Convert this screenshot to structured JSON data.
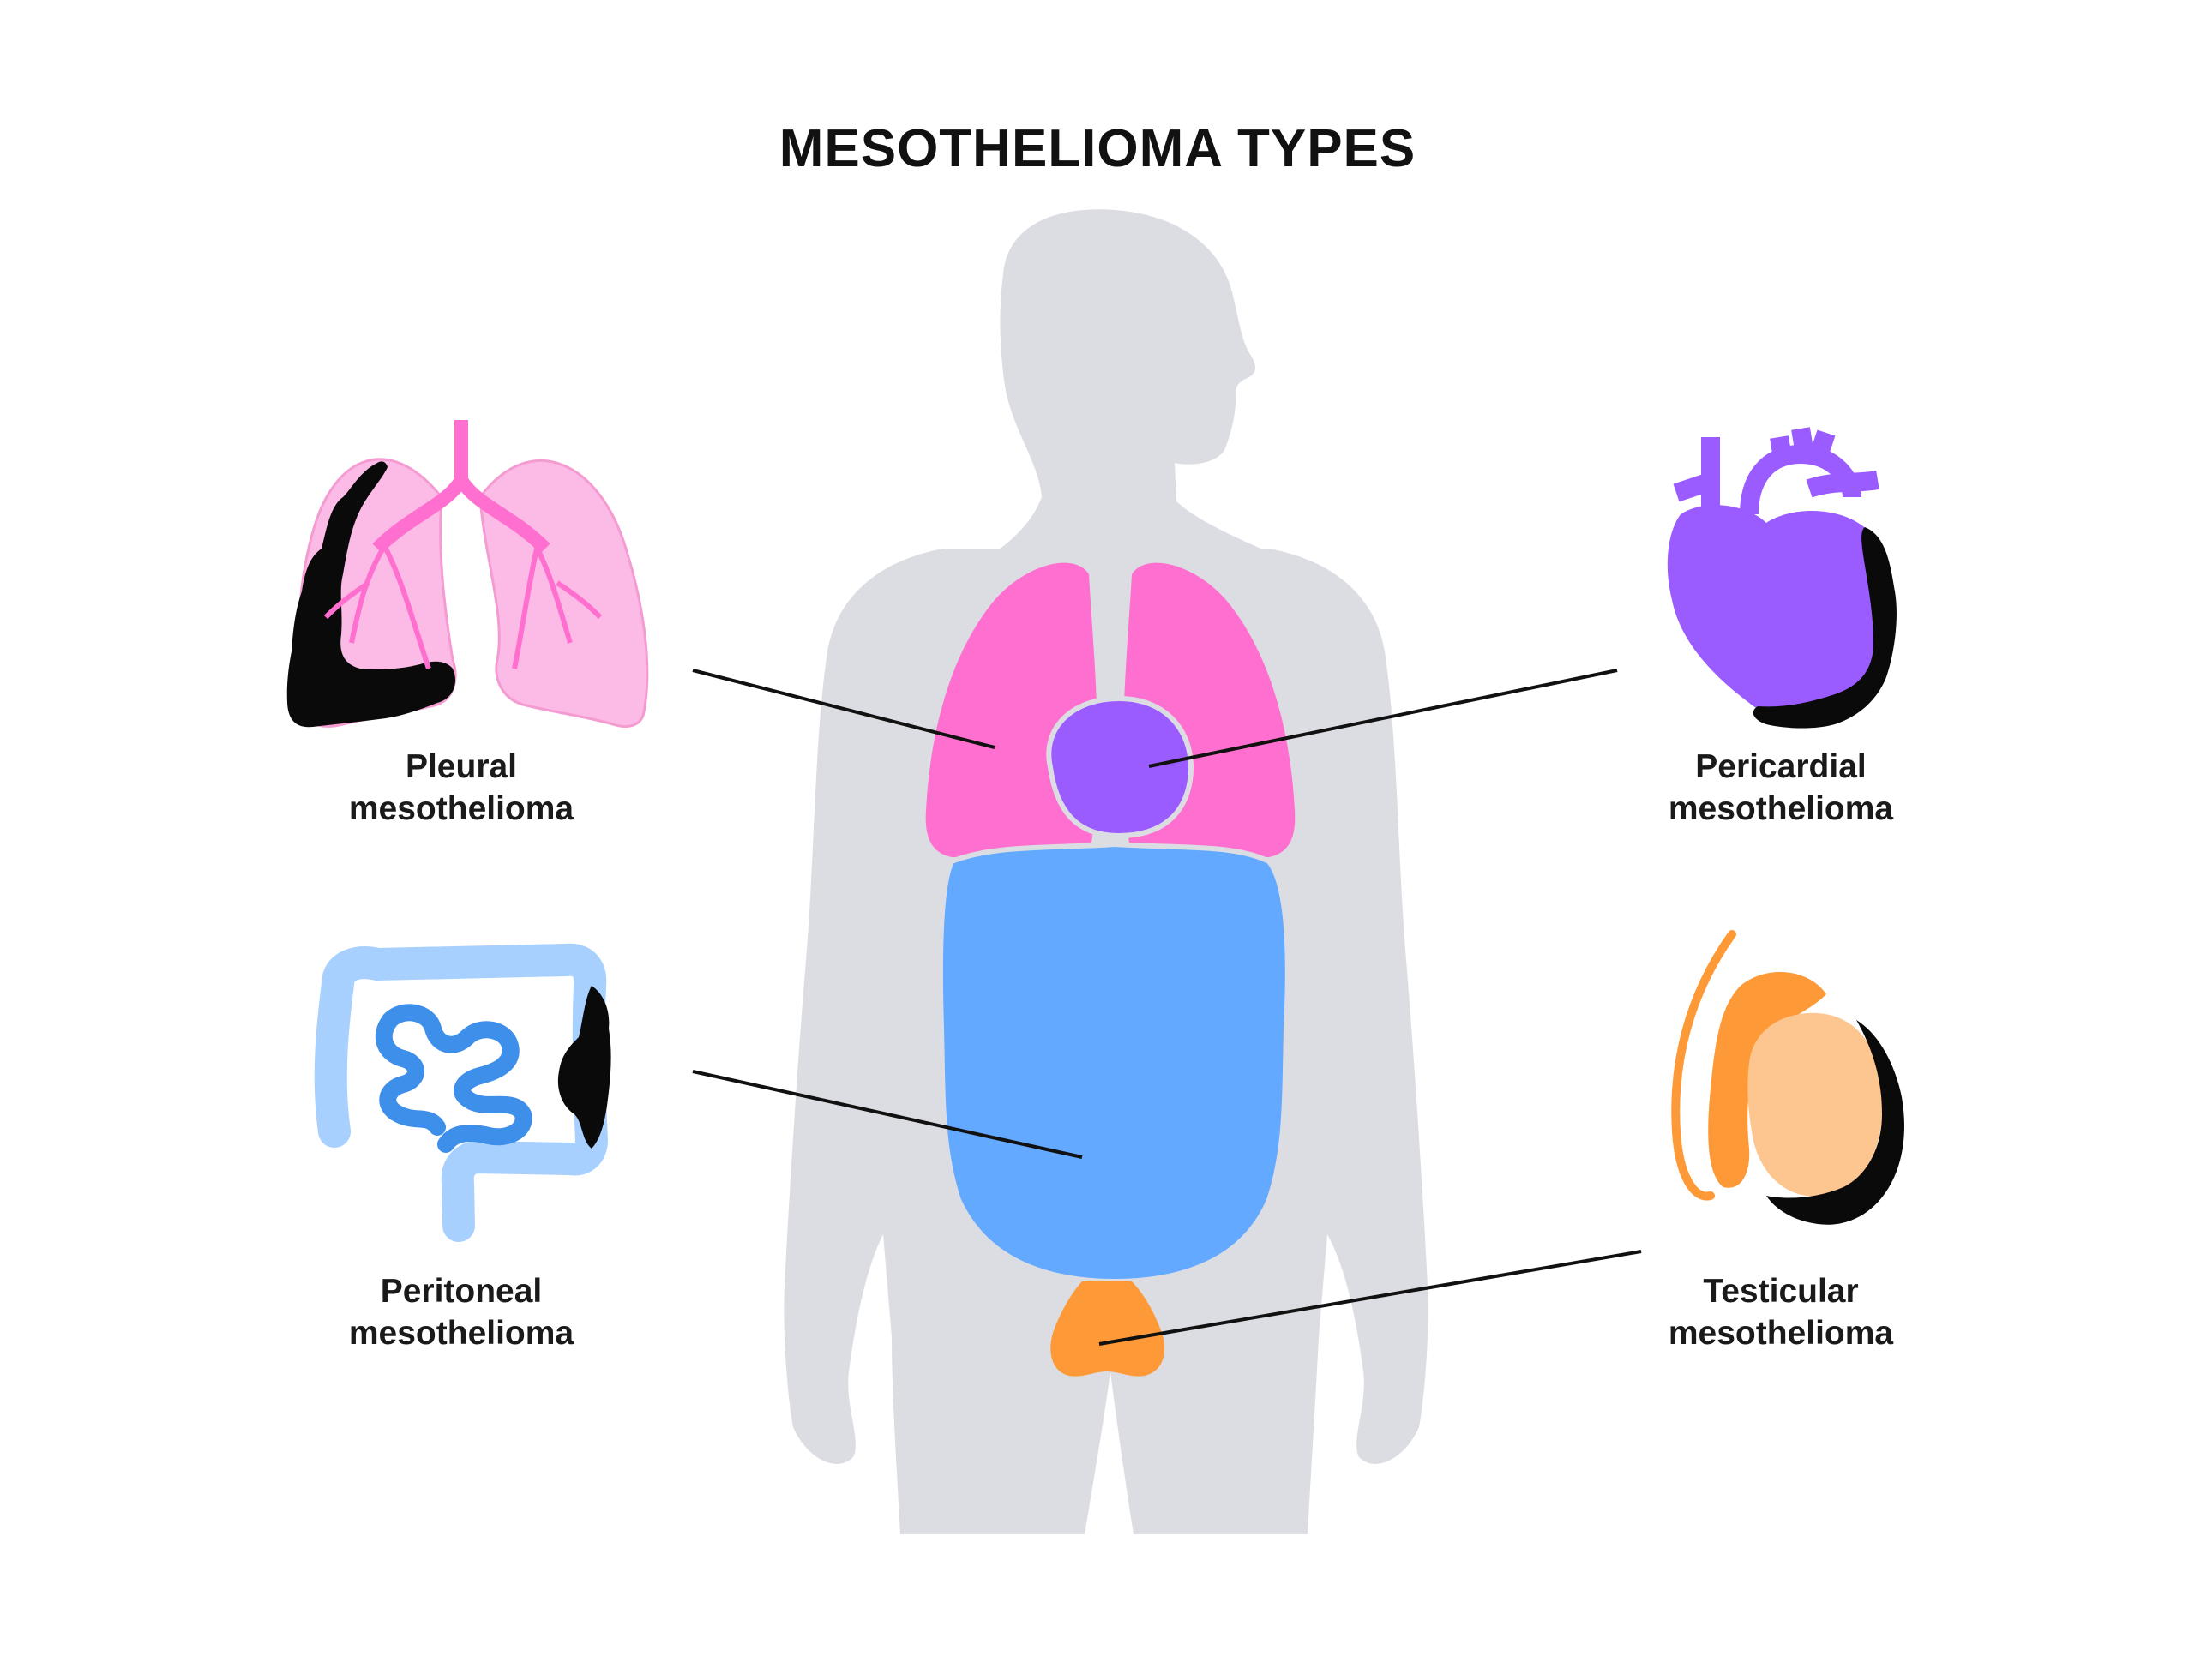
{
  "title": "MESOTHELIOMA TYPES",
  "colors": {
    "silhouette": "#dcdde3",
    "lungs": "#ff6fcf",
    "lungs_light": "#fcbbe6",
    "heart": "#9b5cff",
    "abdomen": "#62a9ff",
    "intestine_light": "#a8d0ff",
    "bladder_testis": "#fd9936",
    "testis_light": "#fdc590",
    "tumor": "#0a0a0a",
    "leader_line": "#111111"
  },
  "labels": {
    "pleural": {
      "line1": "Pleural",
      "line2": "mesothelioma"
    },
    "pericardial": {
      "line1": "Pericardial",
      "line2": "mesothelioma"
    },
    "peritoneal": {
      "line1": "Peritoneal",
      "line2": "mesothelioma"
    },
    "testicular": {
      "line1": "Testicular",
      "line2": "mesothelioma"
    }
  }
}
